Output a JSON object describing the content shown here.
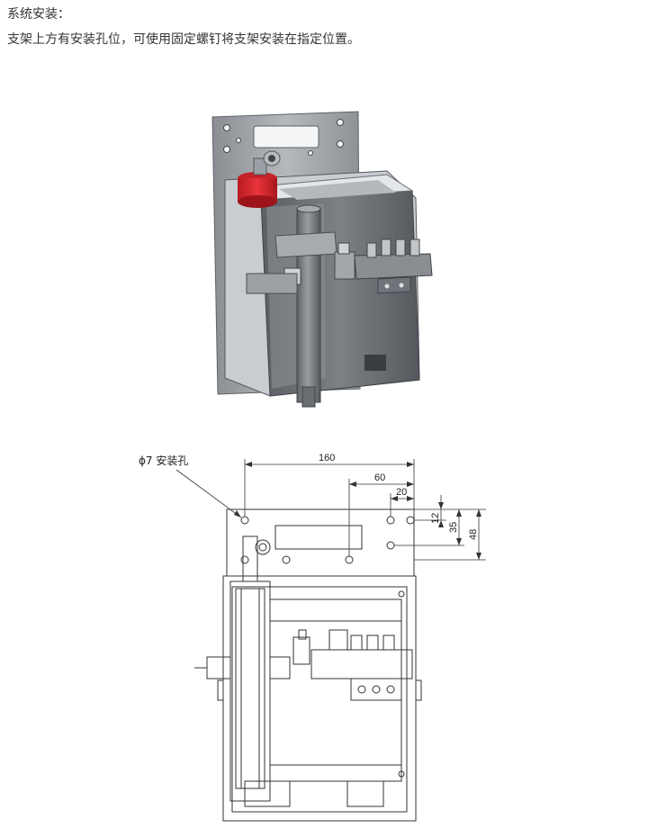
{
  "section": {
    "heading": "系统安装：",
    "description": "支架上方有安装孔位，可使用固定螺钉将支架安装在指定位置。"
  },
  "drawing": {
    "hole_label": "ϕ7 安装孔",
    "dimensions": {
      "width_total": "160",
      "width_mid": "60",
      "width_small": "20",
      "height_small": "12",
      "height_mid": "35",
      "height_total": "48"
    }
  },
  "colors": {
    "red_cap": "#d8252c",
    "body_gray": "#6f7378",
    "plate_gray": "#9da1a6"
  }
}
